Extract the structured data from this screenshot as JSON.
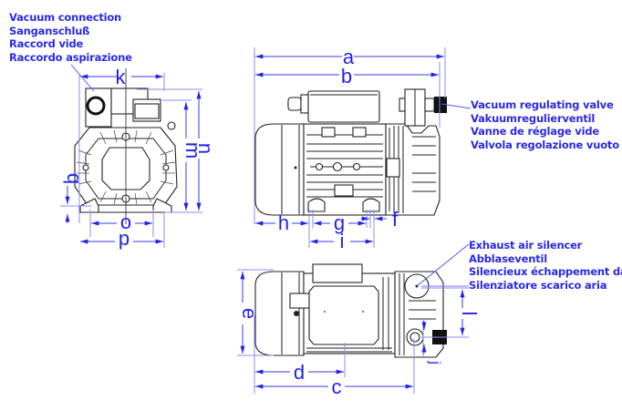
{
  "callouts": {
    "vacuum_connection": [
      "Vacuum connection",
      "Sanganschluß",
      "Raccord vide",
      "Raccordo aspirazione"
    ],
    "vacuum_regulating_valve": [
      "Vacuum regulating valve",
      "Vakuumregulierventil",
      "Vanne de réglage vide",
      "Valvola regolazione vuoto"
    ],
    "exhaust_air_silencer": [
      "Exhaust air silencer",
      "Abblaseventil",
      "Silencieux échappement dair",
      "Silenziatore scarico aria"
    ]
  },
  "dimensions": {
    "front_view": [
      "k",
      "m",
      "n",
      "q",
      "o",
      "p"
    ],
    "side_view": [
      "a",
      "b",
      "h",
      "g",
      "f",
      "i"
    ],
    "top_view": [
      "e",
      "d",
      "c",
      "l",
      "j"
    ]
  },
  "colors": {
    "annotation": "#2a2ae6",
    "drawing": "#222222",
    "background": "#ffffff"
  }
}
